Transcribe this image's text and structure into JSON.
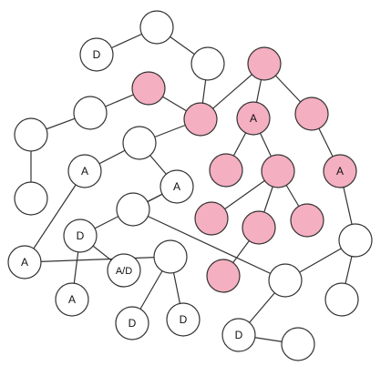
{
  "colors": {
    "highlight": "#F4AFC1",
    "plain": "#FFFFFF",
    "stroke": "#333333",
    "text": "#111111"
  },
  "nodes": [
    {
      "id": "n1",
      "label": "D",
      "highlighted": false
    },
    {
      "id": "n2",
      "label": "",
      "highlighted": false
    },
    {
      "id": "n3",
      "label": "",
      "highlighted": false
    },
    {
      "id": "n4",
      "label": "",
      "highlighted": true
    },
    {
      "id": "n5",
      "label": "",
      "highlighted": true
    },
    {
      "id": "n6",
      "label": "",
      "highlighted": false
    },
    {
      "id": "n7",
      "label": "",
      "highlighted": false
    },
    {
      "id": "n8",
      "label": "",
      "highlighted": true
    },
    {
      "id": "n9",
      "label": "A",
      "highlighted": true
    },
    {
      "id": "n10",
      "label": "",
      "highlighted": true
    },
    {
      "id": "n11",
      "label": "",
      "highlighted": false
    },
    {
      "id": "n12",
      "label": "A",
      "highlighted": false
    },
    {
      "id": "n13",
      "label": "",
      "highlighted": false
    },
    {
      "id": "n14",
      "label": "A",
      "highlighted": false
    },
    {
      "id": "n15",
      "label": "",
      "highlighted": true
    },
    {
      "id": "n16",
      "label": "",
      "highlighted": true
    },
    {
      "id": "n17",
      "label": "A",
      "highlighted": true
    },
    {
      "id": "n18",
      "label": "",
      "highlighted": false
    },
    {
      "id": "n19",
      "label": "D",
      "highlighted": false
    },
    {
      "id": "n20",
      "label": "",
      "highlighted": true
    },
    {
      "id": "n21",
      "label": "",
      "highlighted": true
    },
    {
      "id": "n22",
      "label": "",
      "highlighted": true
    },
    {
      "id": "n23",
      "label": "A",
      "highlighted": false
    },
    {
      "id": "n24",
      "label": "",
      "highlighted": false
    },
    {
      "id": "n25",
      "label": "A/D",
      "highlighted": false
    },
    {
      "id": "n26",
      "label": "",
      "highlighted": false
    },
    {
      "id": "n27",
      "label": "",
      "highlighted": true
    },
    {
      "id": "n28",
      "label": "",
      "highlighted": false
    },
    {
      "id": "n29",
      "label": "A",
      "highlighted": false
    },
    {
      "id": "n30",
      "label": "",
      "highlighted": false
    },
    {
      "id": "n31",
      "label": "D",
      "highlighted": false
    },
    {
      "id": "n32",
      "label": "D",
      "highlighted": false
    },
    {
      "id": "n33",
      "label": "D",
      "highlighted": false
    },
    {
      "id": "n34",
      "label": "",
      "highlighted": false
    }
  ],
  "edges": [
    [
      "n1",
      "n2"
    ],
    [
      "n2",
      "n3"
    ],
    [
      "n3",
      "n5"
    ],
    [
      "n4",
      "n5"
    ],
    [
      "n4",
      "n6"
    ],
    [
      "n6",
      "n7"
    ],
    [
      "n7",
      "n13"
    ],
    [
      "n8",
      "n5"
    ],
    [
      "n8",
      "n9"
    ],
    [
      "n8",
      "n10"
    ],
    [
      "n5",
      "n11"
    ],
    [
      "n11",
      "n12"
    ],
    [
      "n11",
      "n14"
    ],
    [
      "n14",
      "n18"
    ],
    [
      "n14",
      "n19"
    ],
    [
      "n12",
      "n23"
    ],
    [
      "n18",
      "n24"
    ],
    [
      "n9",
      "n15"
    ],
    [
      "n9",
      "n16"
    ],
    [
      "n16",
      "n20"
    ],
    [
      "n16",
      "n21"
    ],
    [
      "n16",
      "n22"
    ],
    [
      "n21",
      "n27"
    ],
    [
      "n10",
      "n17"
    ],
    [
      "n17",
      "n26"
    ],
    [
      "n19",
      "n25"
    ],
    [
      "n19",
      "n29"
    ],
    [
      "n23",
      "n30"
    ],
    [
      "n30",
      "n31"
    ],
    [
      "n30",
      "n32"
    ],
    [
      "n26",
      "n28"
    ],
    [
      "n26",
      "n24"
    ],
    [
      "n24",
      "n33"
    ],
    [
      "n33",
      "n34"
    ]
  ]
}
